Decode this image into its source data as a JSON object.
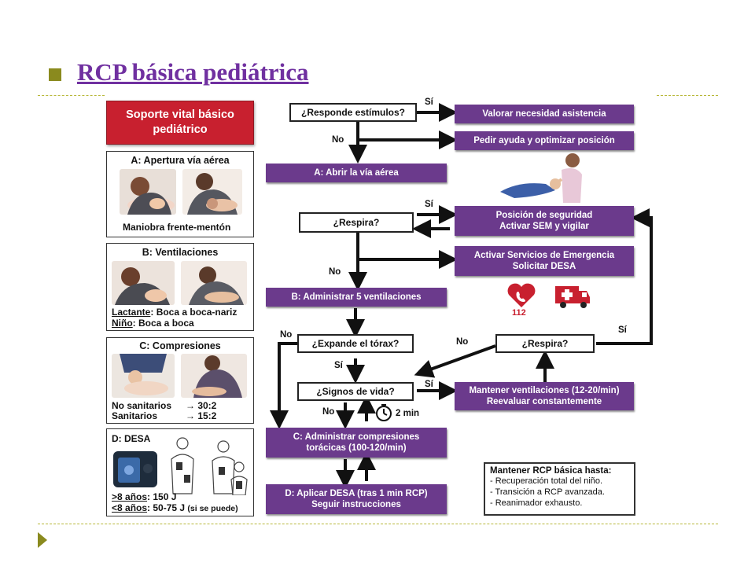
{
  "header": {
    "title": "RCP básica pediátrica"
  },
  "left": {
    "red_title_line1": "Soporte vital básico",
    "red_title_line2": "pediátrico",
    "panel_a": {
      "title": "A: Apertura vía aérea",
      "caption": "Maniobra frente-mentón"
    },
    "panel_b": {
      "title": "B: Ventilaciones",
      "line1_label": "Lactante",
      "line1_text": ": Boca a boca-nariz",
      "line2_label": "Niño",
      "line2_text": ": Boca a boca"
    },
    "panel_c": {
      "title": "C: Compresiones",
      "row1_label": "No sanitarios",
      "row1_value": "→ 30:2",
      "row2_label": "Sanitarios",
      "row2_value": "→ 15:2"
    },
    "panel_d": {
      "title": "D: DESA",
      "row1_label": ">8 años",
      "row1_value": ": 150 J",
      "row2_label": "<8 años",
      "row2_value": ": 50-75 J",
      "row2_note": "(si se puede)"
    }
  },
  "flow": {
    "responde": "¿Responde estímulos?",
    "si1": "Sí",
    "valorar": "Valorar necesidad asistencia",
    "no1": "No",
    "pedir": "Pedir ayuda y optimizar posición",
    "abrir": "A: Abrir la vía aérea",
    "si2": "Sí",
    "respira1": "¿Respira?",
    "posicion_line1": "Posición de seguridad",
    "posicion_line2": "Activar SEM y vigilar",
    "no2": "No",
    "activar_line1": "Activar Servicios de Emergencia",
    "activar_line2": "Solicitar DESA",
    "phone_number": "112",
    "administrar5": "B: Administrar 5 ventilaciones",
    "no3": "No",
    "expande": "¿Expande el tórax?",
    "no4": "No",
    "respira2": "¿Respira?",
    "si3": "Sí",
    "si4": "Sí",
    "signos": "¿Signos de vida?",
    "si5": "Sí",
    "mantener_line1": "Mantener ventilaciones (12-20/min)",
    "mantener_line2": "Reevaluar constantemente",
    "no5": "No",
    "dos_min": "2 min",
    "compresiones_line1": "C:  Administrar compresiones",
    "compresiones_line2": "torácicas (100-120/min)",
    "desa_line1": "D: Aplicar DESA (tras 1 min RCP)",
    "desa_line2": "Seguir instrucciones"
  },
  "legend": {
    "title": "Mantener RCP básica hasta:",
    "items": [
      "- Recuperación total del niño.",
      "- Transición a RCP avanzada.",
      "- Reanimador exhausto."
    ]
  },
  "colors": {
    "purple": "#6b3a8c",
    "red": "#c8202f",
    "title": "#7030a0",
    "olive": "#8a8a1e"
  }
}
